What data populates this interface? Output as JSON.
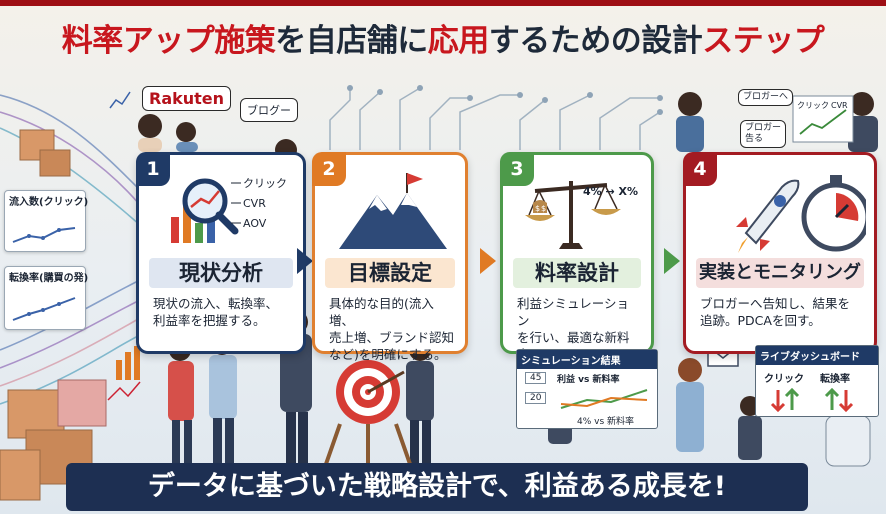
{
  "title": {
    "segments": [
      {
        "text": "料率アップ施策",
        "color": "red"
      },
      {
        "text": "を自店舗に",
        "color": "dark"
      },
      {
        "text": "応用",
        "color": "red"
      },
      {
        "text": "するための設計",
        "color": "dark"
      },
      {
        "text": "ステップ",
        "color": "red"
      }
    ]
  },
  "bubbles": {
    "rakuten": "Rakuten",
    "blogger": "ブログー",
    "blogger_notice": "ブロガーへ",
    "blogger_tell": "ブロガー\n告る"
  },
  "side_cards": {
    "inflow": "流入数(クリック)",
    "conversion": "転換率(購買の発)"
  },
  "top_right_card": {
    "click": "クリック",
    "cvr": "CVR"
  },
  "steps": [
    {
      "number": "1",
      "heading": "現状分析",
      "description": "現状の流入、転換率、\n利益率を把握する。",
      "metrics": [
        "クリック",
        "CVR",
        "AOV"
      ],
      "color": "#1f3a66",
      "icon": "magnifier-chart-icon"
    },
    {
      "number": "2",
      "heading": "目標設定",
      "description": "具体的な目的(流入増、\n売上増、ブランド認知\nなど)を明確にする。",
      "color": "#e07a24",
      "icon": "mountain-flag-icon"
    },
    {
      "number": "3",
      "heading": "料率設計",
      "description": "利益シミュレーション\nを行い、最適な新料率\nを決定する。",
      "scale_label": "4% → X%",
      "color": "#4d9a4a",
      "icon": "balance-scale-icon"
    },
    {
      "number": "4",
      "heading": "実装とモニタリング",
      "description": "ブロガーへ告知し、結果を\n追跡。PDCAを回す。",
      "color": "#a31b22",
      "icon": "rocket-stopwatch-icon"
    }
  ],
  "simulation": {
    "header": "シミュレーション結果",
    "row1": "45",
    "row1_label": "利益 vs 新料率",
    "row2": "20",
    "footer": "4% vs 新料率"
  },
  "dashboard": {
    "header": "ライブダッシュボード",
    "click": "クリック",
    "conversion": "転換率"
  },
  "banner": "データに基づいた戦略設計で、利益ある成長を!",
  "colors": {
    "title_red": "#c8171e",
    "navy": "#1f3a66",
    "orange": "#e07a24",
    "green": "#4d9a4a",
    "crimson": "#a31b22",
    "banner_bg": "#1d2f52"
  }
}
